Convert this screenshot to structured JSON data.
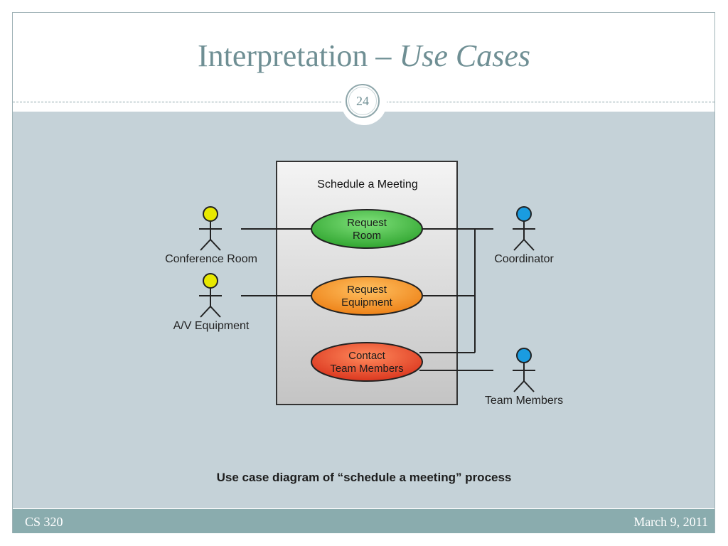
{
  "slide": {
    "title_main": "Interpretation – ",
    "title_italic": "Use Cases",
    "page_number": "24",
    "footer_left": "CS 320",
    "footer_right": "March 9, 2011"
  },
  "diagram": {
    "system_name": "Schedule a Meeting",
    "caption": "Use case diagram of “schedule a meeting” process",
    "actors": {
      "conference_room": "Conference Room",
      "av_equipment": "A/V Equipment",
      "coordinator": "Coordinator",
      "team_members": "Team Members"
    },
    "use_cases": {
      "request_room": [
        "Request",
        "Room"
      ],
      "request_equipment": [
        "Request",
        "Equipment"
      ],
      "contact_team": [
        "Contact",
        "Team Members"
      ]
    },
    "colors": {
      "left_actor_head": "#e6e600",
      "right_actor_head": "#1a9ce0",
      "request_room": "#3cb83c",
      "request_equipment": "#f08c1e",
      "contact_team": "#e0401e"
    }
  }
}
